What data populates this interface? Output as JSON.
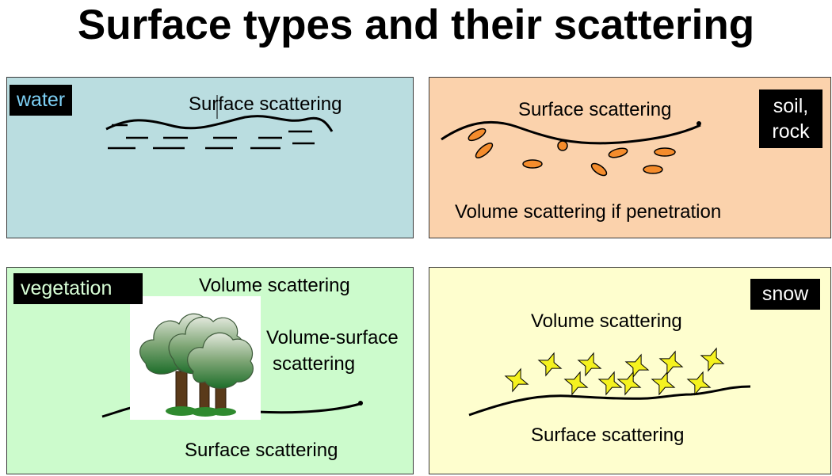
{
  "title": "Surface types and their scattering",
  "colors": {
    "water_bg": "#badde0",
    "soil_bg": "#fbd2ac",
    "vegetation_bg": "#ccfbcc",
    "snow_bg": "#fefece",
    "water_tag_text": "#7dd0f5",
    "vegetation_tag_text": "#d8ffd6",
    "snow_tag_text": "#ffffff",
    "soil_tag_text": "#ffffff",
    "particle": "#f48c2c",
    "star": "#f5f21f"
  },
  "panels": {
    "water": {
      "tag": "water",
      "labels": [
        "Surface scattering"
      ]
    },
    "soil": {
      "tag_line1": "soil,",
      "tag_line2": "rock",
      "labels": [
        "Surface scattering",
        "Volume scattering if penetration"
      ]
    },
    "vegetation": {
      "tag": "vegetation",
      "labels": [
        "Volume scattering",
        "Volume-surface",
        "scattering",
        "Surface scattering"
      ]
    },
    "snow": {
      "tag": "snow",
      "labels": [
        "Volume scattering",
        "Surface scattering"
      ]
    }
  }
}
